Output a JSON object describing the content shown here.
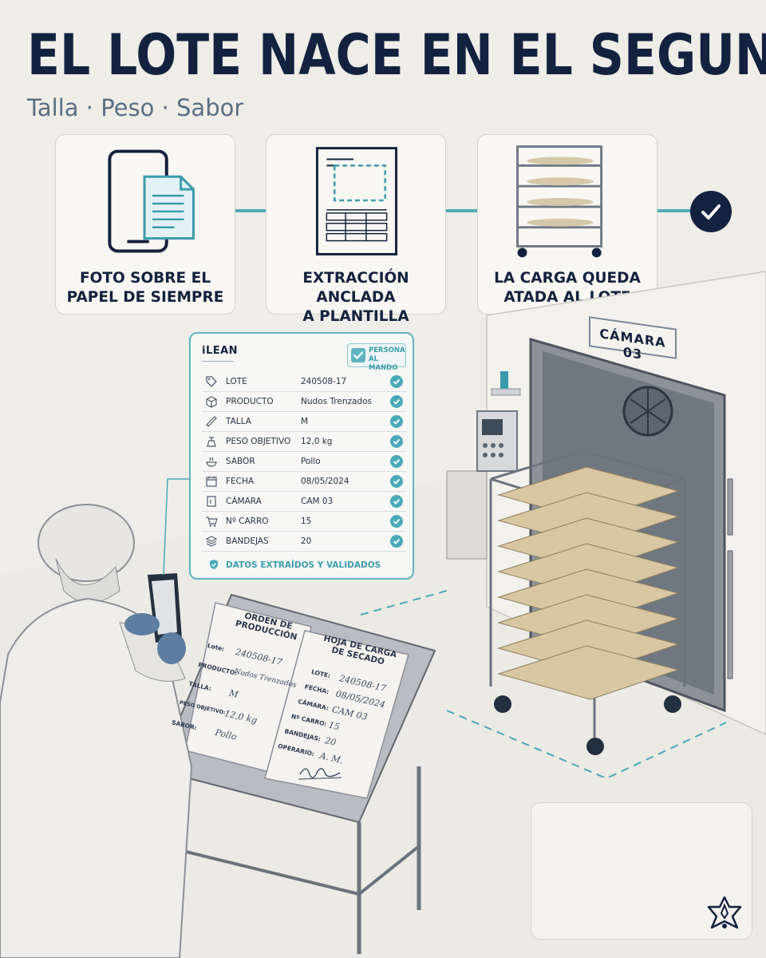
{
  "header": {
    "title": "EL LOTE NACE EN EL SEGUNDO CERO",
    "subtitle": "Talla · Peso · Sabor"
  },
  "steps": [
    {
      "label_line1": "FOTO SOBRE EL",
      "label_line2": "PAPEL DE SIEMPRE",
      "icon": "phone-document-icon"
    },
    {
      "label_line1": "EXTRACCIÓN ANCLADA",
      "label_line2": "A PLANTILLA",
      "icon": "template-form-icon"
    },
    {
      "label_line1": "LA CARGA QUEDA",
      "label_line2": "ATADA AL LOTE",
      "icon": "rack-cart-icon"
    }
  ],
  "panel": {
    "brand": "iLEAN",
    "badge": "PERSONA AL MANDO",
    "rows": [
      {
        "key": "LOTE",
        "value": "240508-17",
        "icon": "tag-icon"
      },
      {
        "key": "PRODUCTO",
        "value": "Nudos Trenzados",
        "icon": "box-icon"
      },
      {
        "key": "TALLA",
        "value": "M",
        "icon": "ruler-icon"
      },
      {
        "key": "PESO OBJETIVO",
        "value": "12,0 kg",
        "icon": "scale-icon"
      },
      {
        "key": "SABOR",
        "value": "Pollo",
        "icon": "bowl-icon"
      },
      {
        "key": "FECHA",
        "value": "08/05/2024",
        "icon": "calendar-icon"
      },
      {
        "key": "CÁMARA",
        "value": "CAM 03",
        "icon": "door-icon"
      },
      {
        "key": "Nº CARRO",
        "value": "15",
        "icon": "cart-icon"
      },
      {
        "key": "BANDEJAS",
        "value": "20",
        "icon": "layers-icon"
      }
    ],
    "footer": "DATOS EXTRAÍDOS Y VALIDADOS"
  },
  "chamber": {
    "sign": "CÁMARA 03"
  },
  "documents": {
    "order": {
      "title_line1": "ORDEN DE",
      "title_line2": "PRODUCCIÓN",
      "fields": [
        {
          "key": "Lote:",
          "value": "240508-17"
        },
        {
          "key": "PRODUCTO:",
          "value": "Nudos Trenzados"
        },
        {
          "key": "TALLA:",
          "value": "M"
        },
        {
          "key": "PESO OBJETIVO:",
          "value": "12,0 kg"
        },
        {
          "key": "SABOR:",
          "value": "Pollo"
        }
      ]
    },
    "load": {
      "title_line1": "HOJA DE CARGA",
      "title_line2": "DE SECADO",
      "fields": [
        {
          "key": "LOTE:",
          "value": "240508-17"
        },
        {
          "key": "FECHA:",
          "value": "08/05/2024"
        },
        {
          "key": "CÁMARA:",
          "value": "CAM 03"
        },
        {
          "key": "Nº CARRO:",
          "value": "15"
        },
        {
          "key": "BANDEJAS:",
          "value": "20"
        },
        {
          "key": "OPERARIO:",
          "value": "A. M."
        }
      ]
    }
  },
  "colors": {
    "navy": "#13223f",
    "teal": "#4aaab8",
    "background": "#efede8"
  }
}
